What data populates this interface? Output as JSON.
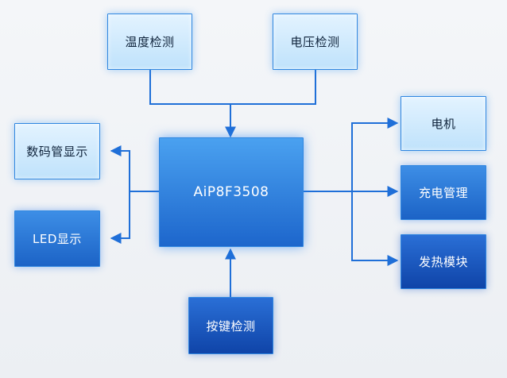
{
  "nodes": {
    "temp": "温度检测",
    "voltage": "电压检测",
    "digital": "数码管显示",
    "led": "LED显示",
    "mcu": "AiP8F3508",
    "motor": "电机",
    "charge": "充电管理",
    "heat": "发热模块",
    "key": "按键检测"
  },
  "colors": {
    "line": "#1f6fd8",
    "light_box": "#cde9fd",
    "dark_box": "#1450b8"
  }
}
